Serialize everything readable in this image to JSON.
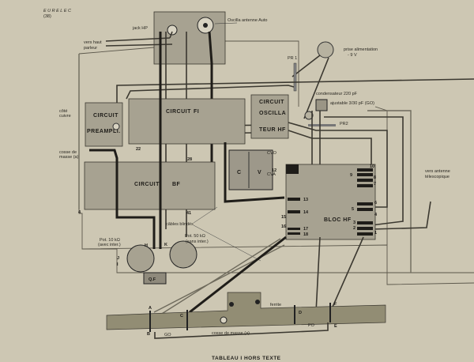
{
  "header": {
    "brand": "EURELEC",
    "page": "(38)"
  },
  "caption": "TABLEAU I HORS TEXTE",
  "labels": {
    "jack_hp": "jack HP",
    "oscilla_antenne": "Oscilla antenne Auto",
    "vers_haut_parleur_1": "vers haut",
    "vers_haut_parleur_2": "parleur",
    "cote_cuivre_1": "côté",
    "cote_cuivre_2": "cuivre",
    "cosse_masse_1": "cosse de",
    "cosse_masse_2": "masse (a)",
    "pr1": "PR 1",
    "prise_alim_1": "prise alimentation",
    "prise_alim_2": "- 9 V",
    "condensateur": "condensateur 220 pF",
    "ajustable": "ajustable 3/30 pF (GO)",
    "pr2": "PR2",
    "cables_blindes": "câbles blindés",
    "pot10_1": "Pot. 10 kΩ",
    "pot10_2": "(avec inter.)",
    "pot50_1": "Pot. 50 kΩ",
    "pot50_2": "(sans inter.)",
    "ferrite": "ferrite",
    "go": "GO",
    "po": "PO",
    "cosse_masse_bottom": "cosse de masse (a)",
    "antenne_tele_1": "vers antenne",
    "antenne_tele_2": "télescopique",
    "cvo": "CVO",
    "cva": "CVA",
    "cv_c": "C",
    "cv_v": "V",
    "capacitor": "Q.F"
  },
  "boards": {
    "preampli": [
      "CIRCUIT",
      "PREAMPLI."
    ],
    "fi": [
      "CIRCUIT",
      "FI"
    ],
    "oscillateur": [
      "CIRCUIT",
      "OSCILLA",
      "TEUR HF"
    ],
    "bf": [
      "CIRCUIT",
      "BF"
    ],
    "bloc_hf": "BLOC HF"
  },
  "terminals": {
    "n22": "22",
    "n28": "28",
    "n41": "41",
    "n4": "4",
    "n12": "12",
    "n13": "13",
    "n14": "14",
    "n15": "15",
    "n16": "16",
    "n17": "17",
    "n18": "18",
    "n10": "10",
    "n9": "9",
    "n8": "8",
    "n7": "7",
    "n6": "6",
    "n5": "5",
    "n4b": "4",
    "n3": "3",
    "n2": "2",
    "n1": "1",
    "H": "H",
    "K": "K",
    "J": "J",
    "I": "I",
    "A": "A",
    "B": "B",
    "C": "C",
    "D": "D",
    "E": "E",
    "F": "F"
  }
}
